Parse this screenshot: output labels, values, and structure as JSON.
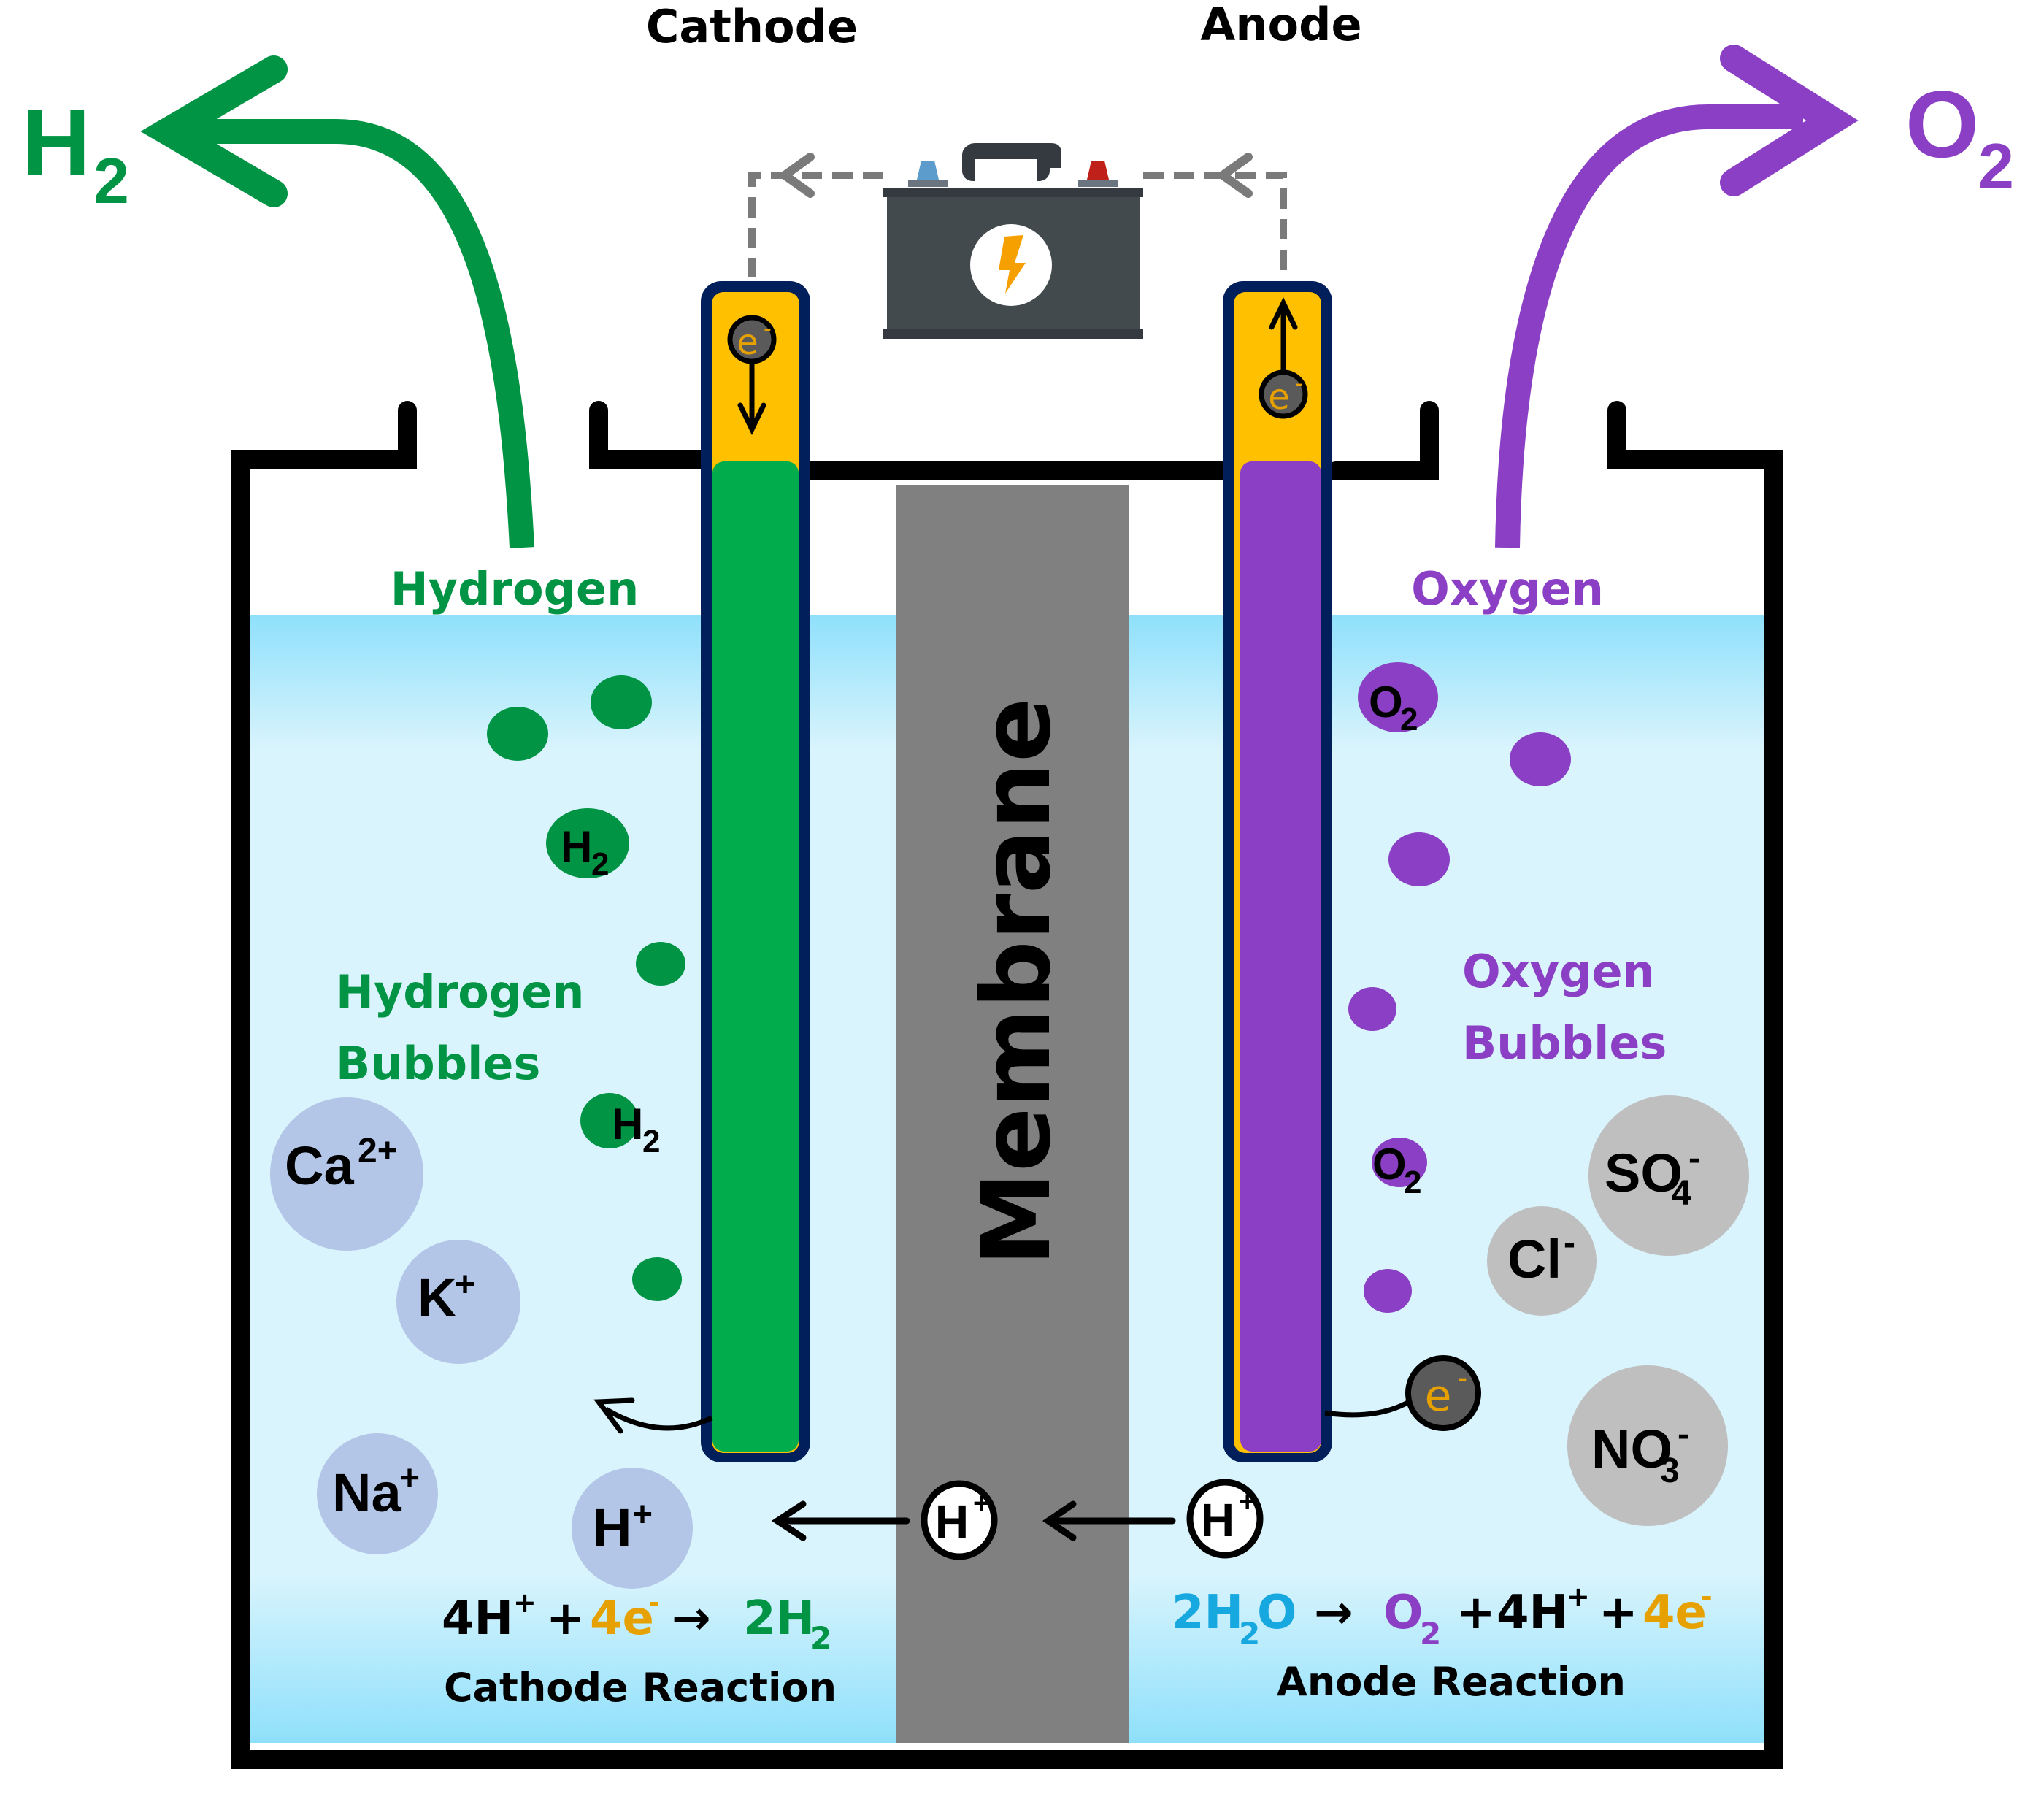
{
  "title": "Water Electrolysis Cell",
  "colors": {
    "hydrogen": "#009444",
    "oxygen": "#8b3fc4",
    "electron": "#e6a100",
    "water": "#18a8e0",
    "electrode_frame": "#001f5b",
    "electrode_top": "#ffc000",
    "membrane": "#808080",
    "cation": "#b4c6e7",
    "anion": "#bfbfbf"
  },
  "labels": {
    "cathode": "Cathode",
    "anode": "Anode",
    "membrane": "Membrane",
    "hydrogen_gas": {
      "main": "H",
      "sub": "2"
    },
    "oxygen_gas": {
      "main": "O",
      "sub": "2"
    },
    "hydrogen": "Hydrogen",
    "oxygen": "Oxygen",
    "hydrogen_bubbles": [
      "Hydrogen",
      "Bubbles"
    ],
    "oxygen_bubbles": [
      "Oxygen",
      "Bubbles"
    ]
  },
  "electron": {
    "main": "e",
    "sup": "-"
  },
  "proton": {
    "main": "H",
    "sup": "+"
  },
  "bubbles": {
    "h2_label": {
      "main": "H",
      "sub": "2"
    },
    "o2_label": {
      "main": "O",
      "sub": "2"
    }
  },
  "cations": [
    {
      "main": "Ca",
      "sup": "2+"
    },
    {
      "main": "K",
      "sup": "+"
    },
    {
      "main": "Na",
      "sup": "+"
    },
    {
      "main": "H",
      "sup": "+"
    }
  ],
  "anions": [
    {
      "main": "SO",
      "sub": "4",
      "sup": "-"
    },
    {
      "main": "Cl",
      "sup": "-"
    },
    {
      "main": "NO",
      "sub": "3",
      "sup": "-"
    }
  ],
  "cathode_reaction": {
    "caption": "Cathode Reaction",
    "reactant1": {
      "main": "4H",
      "sup": "+"
    },
    "plus": "+",
    "reactant2": {
      "main": "4e",
      "sup": "-"
    },
    "arrow": "→",
    "product": {
      "main": "2H",
      "sub": "2"
    }
  },
  "anode_reaction": {
    "caption": "Anode Reaction",
    "reactant": {
      "pre": "2H",
      "sub": "2",
      "post": "O"
    },
    "arrow": "→",
    "product1": {
      "main": "O",
      "sub": "2"
    },
    "plus1": "+",
    "product2": {
      "main": "4H",
      "sup": "+"
    },
    "plus2": "+",
    "product3": {
      "main": "4e",
      "sup": "-"
    }
  }
}
